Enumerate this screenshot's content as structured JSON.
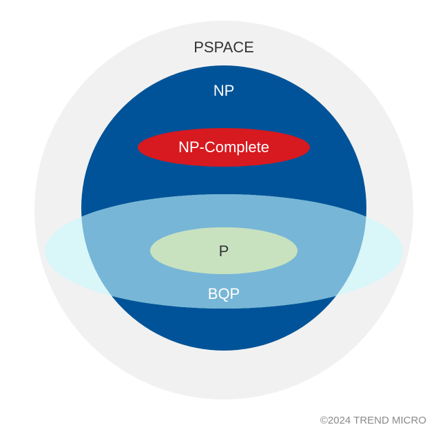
{
  "diagram": {
    "sets": [
      {
        "id": "pspace",
        "label": "PSPACE",
        "color": "#f1f1f1",
        "text_color": "#333333"
      },
      {
        "id": "np",
        "label": "NP",
        "color": "#005398",
        "text_color": "#ffffff"
      },
      {
        "id": "np_complete",
        "label": "NP-Complete",
        "color": "#d71920",
        "text_color": "#ffffff"
      },
      {
        "id": "bqp",
        "label": "BQP",
        "color": "#d9f6f9",
        "overlap_color": "#77b6d6",
        "text_color": "#ffffff"
      },
      {
        "id": "p",
        "label": "P",
        "color": "#c8e2bf",
        "text_color": "#333333"
      }
    ]
  },
  "footer": {
    "copyright": "©2024 TREND MICRO"
  }
}
